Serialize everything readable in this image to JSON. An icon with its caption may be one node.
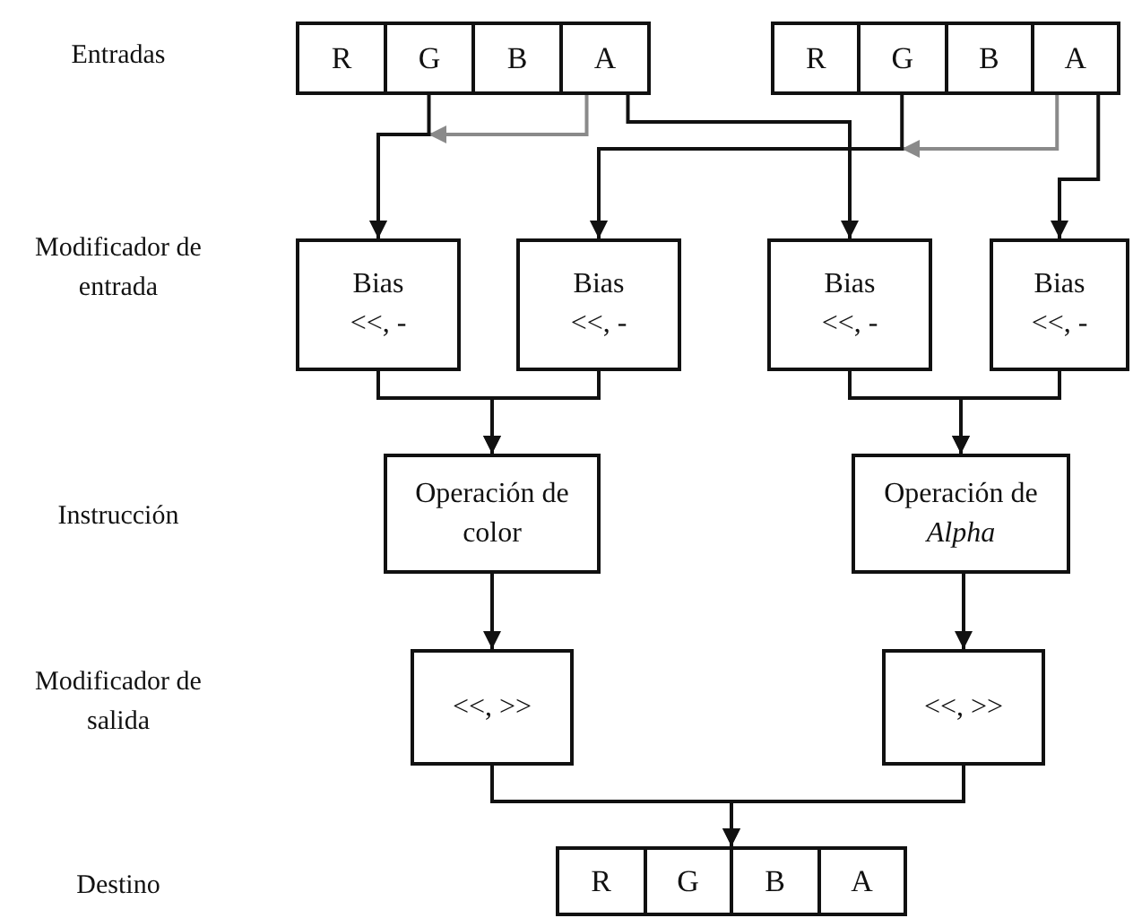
{
  "diagram": {
    "nodes": [
      {
        "text": [],
        "shape": "box"
      },
      {
        "text": [
          "R"
        ],
        "in": 0
      },
      {
        "text": [
          "G"
        ],
        "in": 0
      },
      {
        "text": [
          "B"
        ],
        "in": 0
      },
      {
        "text": [
          "A"
        ],
        "in": 0
      },
      {
        "text": [],
        "shape": "box"
      },
      {
        "text": [
          "R"
        ],
        "in": 5
      },
      {
        "text": [
          "G"
        ],
        "in": 5
      },
      {
        "text": [
          "B"
        ],
        "in": 5
      },
      {
        "text": [
          "A"
        ],
        "in": 5
      },
      {
        "text": [
          "Bias",
          "<<, -"
        ]
      },
      {
        "text": [
          "Bias",
          "<<, -"
        ]
      },
      {
        "text": [
          "Bias",
          "<<, -"
        ]
      },
      {
        "text": [
          "Bias",
          "<<, -"
        ]
      },
      {
        "text": [
          "Operación de color"
        ]
      },
      {
        "text": [
          "Operación de *Alpha*"
        ]
      },
      {
        "text": [
          "<<, >>"
        ]
      },
      {
        "text": [
          "<<, >>"
        ]
      },
      {
        "text": [],
        "shape": "box"
      },
      {
        "text": [
          "R"
        ],
        "in": 18
      },
      {
        "text": [
          "G"
        ],
        "in": 18
      },
      {
        "text": [
          "B"
        ],
        "in": 18
      },
      {
        "text": [
          "A"
        ],
        "in": 18
      }
    ],
    "edges": [
      {
        "from": 2,
        "to": 10,
        "arrow": "to"
      },
      {
        "from": 4,
        "to": 10,
        "arrow": "to",
        "color": "#8a8a8a"
      },
      {
        "from": 4,
        "to": 12,
        "arrow": "to"
      },
      {
        "from": 7,
        "to": 11,
        "arrow": "to"
      },
      {
        "from": 9,
        "to": 11,
        "arrow": "to",
        "color": "#8a8a8a"
      },
      {
        "from": 9,
        "to": 13,
        "arrow": "to"
      },
      {
        "from": 10,
        "to": 14,
        "arrow": "to"
      },
      {
        "from": 11,
        "to": 14,
        "arrow": "to"
      },
      {
        "from": 12,
        "to": 15,
        "arrow": "to"
      },
      {
        "from": 13,
        "to": 15,
        "arrow": "to"
      },
      {
        "from": 14,
        "to": 16,
        "arrow": "to"
      },
      {
        "from": 15,
        "to": 17,
        "arrow": "to"
      },
      {
        "from": 16,
        "to": 18,
        "arrow": "to"
      },
      {
        "from": 17,
        "to": 18,
        "arrow": "to"
      }
    ],
    "labels": [
      "Entradas",
      "Modificador de entrada",
      "Instrucción",
      "Modificador de salida",
      "Destino"
    ]
  }
}
